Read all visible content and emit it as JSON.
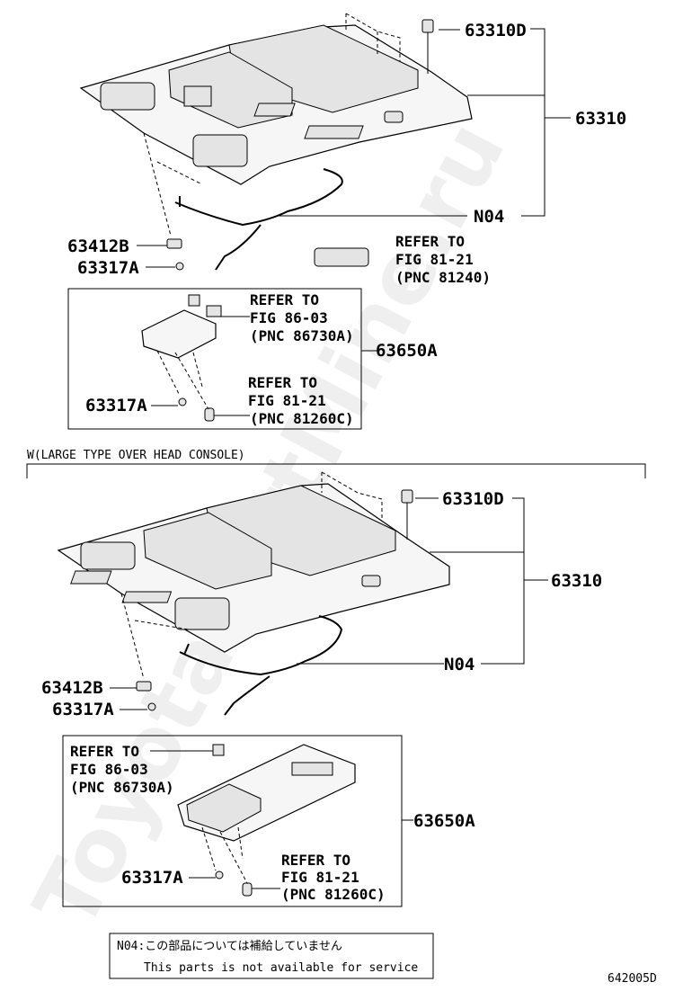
{
  "watermark": "ToyotaPartMine.ru",
  "top": {
    "callouts": {
      "clip": "63310D",
      "headliner": "63310",
      "wire": "N04",
      "bracket": "63412B",
      "screw": "63317A",
      "lamp_assy": "63650A",
      "screw2": "63317A"
    },
    "refer_dome": [
      "REFER TO",
      "FIG 81-21",
      "(PNC 81240)"
    ],
    "refer_conn": [
      "REFER TO",
      "FIG 86-03",
      "(PNC 86730A)"
    ],
    "refer_bulb": [
      "REFER TO",
      "FIG 81-21",
      "(PNC 81260C)"
    ]
  },
  "section_label": "W(LARGE TYPE OVER HEAD CONSOLE)",
  "bottom": {
    "callouts": {
      "clip": "63310D",
      "headliner": "63310",
      "wire": "N04",
      "bracket": "63412B",
      "screw": "63317A",
      "lamp_assy": "63650A",
      "screw2": "63317A"
    },
    "refer_conn": [
      "REFER TO",
      "FIG 86-03",
      "(PNC 86730A)"
    ],
    "refer_bulb": [
      "REFER TO",
      "FIG 81-21",
      "(PNC 81260C)"
    ]
  },
  "note": {
    "line1": "N04:この部品については補給していません",
    "line2": "This parts is not available for service"
  },
  "figure_code": "642005D"
}
